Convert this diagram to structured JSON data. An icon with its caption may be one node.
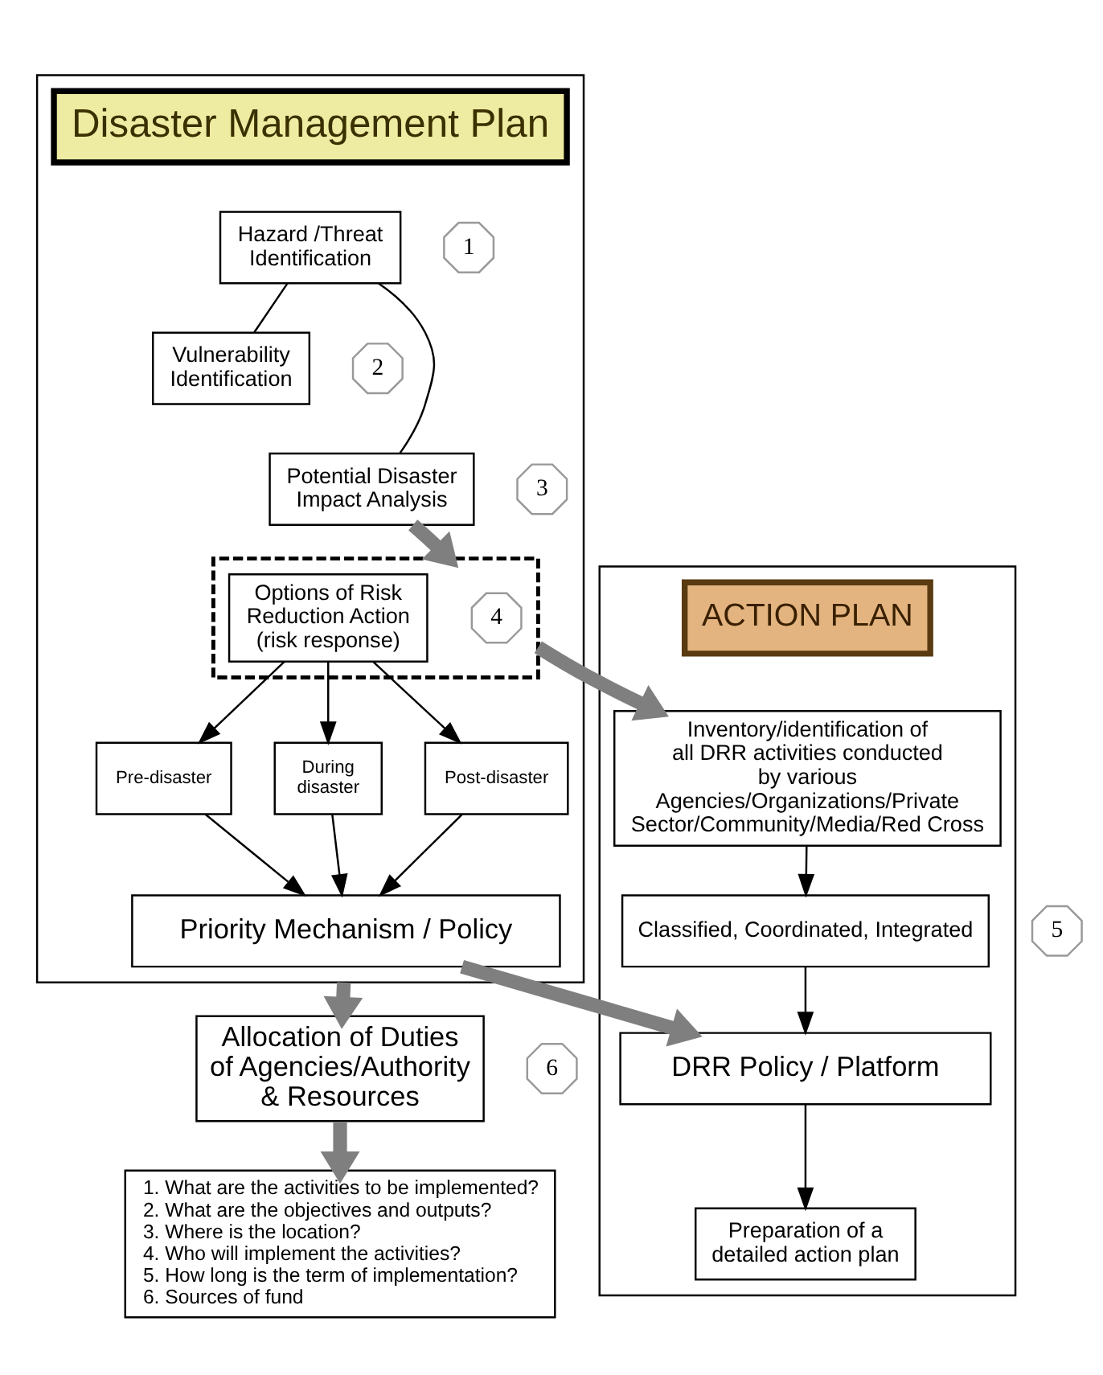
{
  "diagram": {
    "nodes": [
      {
        "text": [],
        "shape": "box"
      },
      {
        "text": [
          "Disaster Management Plan"
        ],
        "in": 0
      },
      {
        "text": [
          "Hazard /Threat Identification"
        ],
        "in": 0
      },
      {
        "text": [
          "1"
        ],
        "in": 0
      },
      {
        "text": [
          "Vulnerability Identification"
        ],
        "in": 0
      },
      {
        "text": [
          "2"
        ],
        "in": 0
      },
      {
        "text": [
          "Potential Disaster Impact Analysis"
        ],
        "in": 0
      },
      {
        "text": [
          "3"
        ],
        "in": 0
      },
      {
        "text": [],
        "shape": "box",
        "in": 0
      },
      {
        "text": [
          "Options of Risk Reduction Action (risk response)"
        ],
        "in": 8
      },
      {
        "text": [
          "4"
        ],
        "in": 8
      },
      {
        "text": [
          "Pre-disaster"
        ],
        "in": 0
      },
      {
        "text": [
          "During disaster"
        ],
        "in": 0
      },
      {
        "text": [
          "Post-disaster"
        ],
        "in": 0
      },
      {
        "text": [
          "Priority Mechanism / Policy"
        ],
        "in": 0
      },
      {
        "text": [
          "5"
        ]
      },
      {
        "text": [],
        "shape": "box"
      },
      {
        "text": [
          "ACTION PLAN"
        ],
        "in": 16
      },
      {
        "text": [
          "Inventory/identification of all DRR activities conducted by various Agencies/Organizations/Private Sector/Community/Media/Red Cross"
        ],
        "in": 16
      },
      {
        "text": [
          "Classified, Coordinated, Integrated"
        ],
        "in": 16
      },
      {
        "text": [
          "DRR Policy / Platform"
        ],
        "in": 16
      },
      {
        "text": [
          "Preparation of a detailed action plan"
        ],
        "in": 16
      },
      {
        "text": [
          "Allocation of Duties of Agencies/Authority & Resources"
        ]
      },
      {
        "text": [
          "6"
        ]
      },
      {
        "text": [
          "1. What are the activities to be implemented?",
          "2. What are the objectives and outputs?",
          "3. Where is the location?",
          "4. Who will implement the activities?",
          "5. How long is the term of implementation?",
          "6. Sources of fund"
        ]
      }
    ],
    "edges": [
      {
        "from": 2,
        "to": 4,
        "arrow": "none"
      },
      {
        "from": 2,
        "to": 6,
        "arrow": "none"
      },
      {
        "from": 6,
        "to": 8,
        "arrow": "to",
        "style": "thick",
        "color": "#7f7f7f"
      },
      {
        "from": 9,
        "to": 11,
        "arrow": "to"
      },
      {
        "from": 9,
        "to": 12,
        "arrow": "to"
      },
      {
        "from": 9,
        "to": 13,
        "arrow": "to"
      },
      {
        "from": 11,
        "to": 14,
        "arrow": "to"
      },
      {
        "from": 12,
        "to": 14,
        "arrow": "to"
      },
      {
        "from": 13,
        "to": 14,
        "arrow": "to"
      },
      {
        "from": 8,
        "to": 18,
        "arrow": "to",
        "style": "thick",
        "color": "#7f7f7f"
      },
      {
        "from": 14,
        "to": 20,
        "arrow": "to",
        "style": "thick",
        "color": "#7f7f7f"
      },
      {
        "from": 18,
        "to": 19,
        "arrow": "to"
      },
      {
        "from": 19,
        "to": 20,
        "arrow": "to"
      },
      {
        "from": 20,
        "to": 21,
        "arrow": "to"
      },
      {
        "from": 0,
        "to": 22,
        "arrow": "to",
        "style": "thick",
        "color": "#7f7f7f"
      },
      {
        "from": 22,
        "to": 24,
        "arrow": "to",
        "style": "thick",
        "color": "#7f7f7f"
      }
    ]
  }
}
